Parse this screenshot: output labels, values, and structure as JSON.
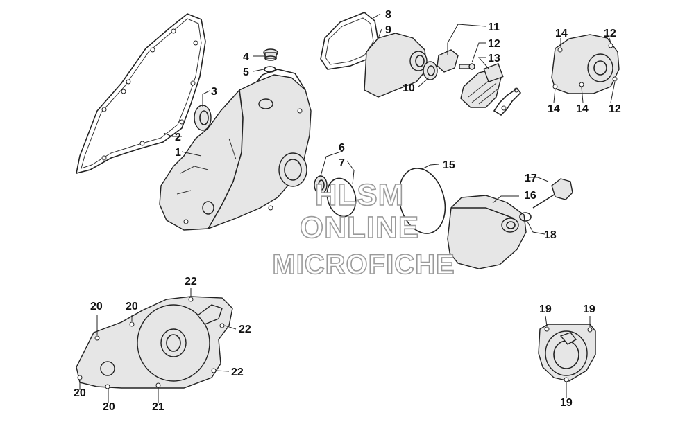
{
  "diagram": {
    "callouts": {
      "c1": "1",
      "c2": "2",
      "c3": "3",
      "c4": "4",
      "c5": "5",
      "c6": "6",
      "c7": "7",
      "c8": "8",
      "c9": "9",
      "c10": "10",
      "c11": "11",
      "c12a": "12",
      "c13": "13",
      "c14a": "14",
      "c12b": "12",
      "c14b": "14",
      "c14c": "14",
      "c12c": "12",
      "c15": "15",
      "c16": "16",
      "c17": "17",
      "c18": "18",
      "c20a": "20",
      "c20b": "20",
      "c22a": "22",
      "c22b": "22",
      "c22c": "22",
      "c20c": "20",
      "c20d": "20",
      "c21": "21",
      "c19a": "19",
      "c19b": "19",
      "c19c": "19"
    },
    "watermark": {
      "line1": "HLSM",
      "line2": "ONLINE",
      "line3": "MICROFICHE"
    }
  }
}
